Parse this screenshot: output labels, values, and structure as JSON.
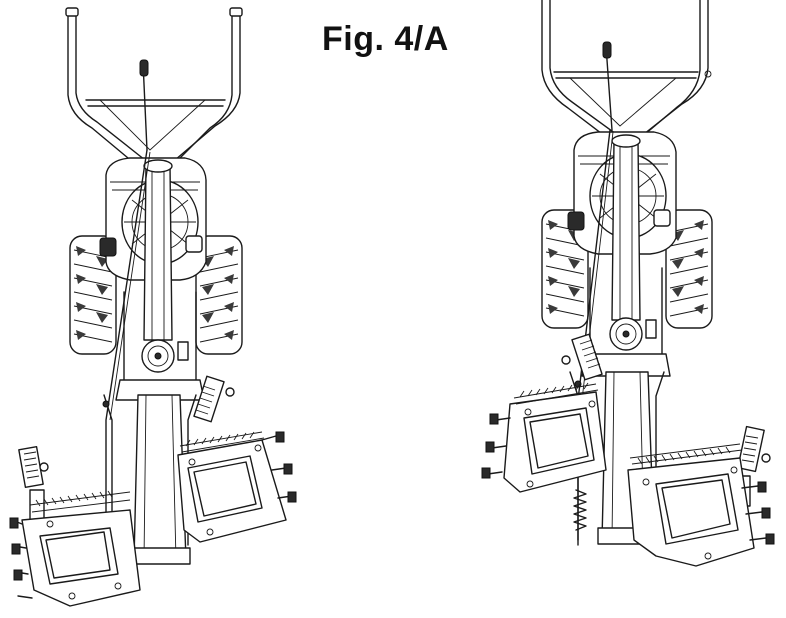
{
  "figure": {
    "title": "Fig. 4/A"
  },
  "illustrations": [
    {
      "id": "left",
      "icon": "walk-behind-mower-angled-left-icon"
    },
    {
      "id": "right",
      "icon": "walk-behind-mower-angled-right-icon"
    }
  ],
  "colors": {
    "ink": "#1a1a1a",
    "paper": "#ffffff"
  }
}
